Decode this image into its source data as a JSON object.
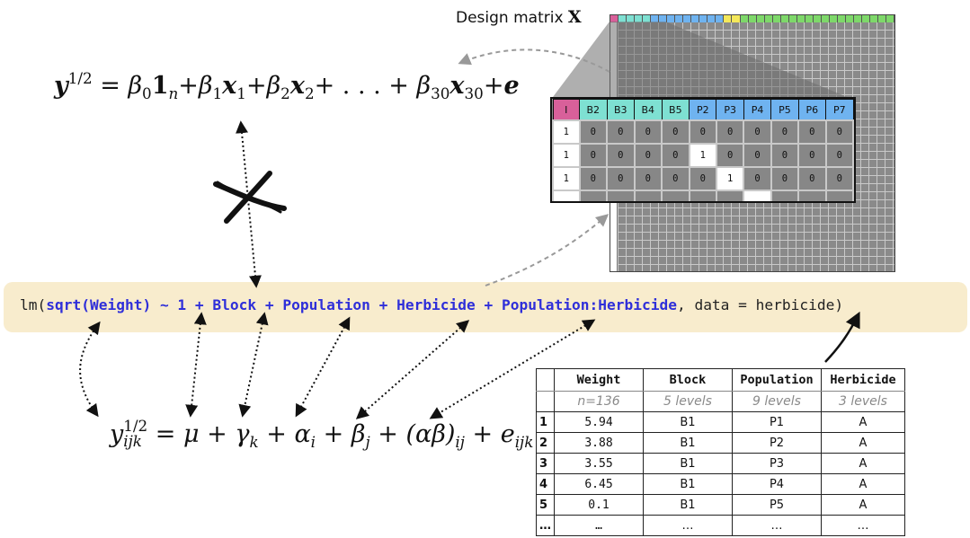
{
  "title": {
    "label": "Design matrix",
    "symbol": "X"
  },
  "equation_top": {
    "lhs_var": "y",
    "lhs_exp": "1/2",
    "b0": "β",
    "b0_sub": "0",
    "one": "1",
    "one_sub": "n",
    "b1": "β",
    "b1_sub": "1",
    "x1": "x",
    "x1_sub": "1",
    "b2": "β",
    "b2_sub": "2",
    "x2": "x",
    "x2_sub": "2",
    "dots": "+ . . . +",
    "b30": "β",
    "b30_sub": "30",
    "x30": "x",
    "x30_sub": "30",
    "err": "e"
  },
  "equation_bottom": {
    "lhs_var": "y",
    "lhs_exp": "1/2",
    "lhs_sub": "ijk",
    "mu": "μ",
    "gamma": "γ",
    "gamma_sub": "k",
    "alpha": "α",
    "alpha_sub": "i",
    "beta": "β",
    "beta_sub": "j",
    "inter": "(αβ)",
    "inter_sub": "ij",
    "err": "e",
    "err_sub": "ijk"
  },
  "code": {
    "fn": "lm(",
    "formula": "sqrt(Weight) ~ 1 + Block + Population + Herbicide + Population:Herbicide",
    "tail": ", data = herbicide)"
  },
  "design_matrix": {
    "headers": [
      "I",
      "B2",
      "B3",
      "B4",
      "B5",
      "P2",
      "P3",
      "P4",
      "P5",
      "P6",
      "P7"
    ],
    "header_colors": [
      "#d8609a",
      "#7ee0d2",
      "#7ee0d2",
      "#7ee0d2",
      "#7ee0d2",
      "#6fb3f0",
      "#6fb3f0",
      "#6fb3f0",
      "#6fb3f0",
      "#6fb3f0",
      "#6fb3f0"
    ],
    "rows": [
      [
        "1",
        "0",
        "0",
        "0",
        "0",
        "0",
        "0",
        "0",
        "0",
        "0",
        "0"
      ],
      [
        "1",
        "0",
        "0",
        "0",
        "0",
        "1",
        "0",
        "0",
        "0",
        "0",
        "0"
      ],
      [
        "1",
        "0",
        "0",
        "0",
        "0",
        "0",
        "1",
        "0",
        "0",
        "0",
        "0"
      ]
    ],
    "mini_header_colors": [
      "#d8609a",
      "#7ee0d2",
      "#7ee0d2",
      "#7ee0d2",
      "#7ee0d2",
      "#6fb3f0",
      "#6fb3f0",
      "#6fb3f0",
      "#6fb3f0",
      "#6fb3f0",
      "#6fb3f0",
      "#6fb3f0",
      "#6fb3f0",
      "#6fb3f0",
      "#f4e85a",
      "#f4e85a",
      "#7ed86a",
      "#7ed86a",
      "#7ed86a",
      "#7ed86a",
      "#7ed86a",
      "#7ed86a",
      "#7ed86a",
      "#7ed86a",
      "#7ed86a",
      "#7ed86a",
      "#7ed86a",
      "#7ed86a",
      "#7ed86a",
      "#7ed86a",
      "#7ed86a",
      "#7ed86a",
      "#7ed86a",
      "#7ed86a",
      "#7ed86a"
    ]
  },
  "data_table": {
    "columns": [
      "Weight",
      "Block",
      "Population",
      "Herbicide"
    ],
    "subheaders": [
      "n=136",
      "5 levels",
      "9 levels",
      "3 levels"
    ],
    "rows": [
      {
        "n": "1",
        "cells": [
          "5.94",
          "B1",
          "P1",
          "A"
        ]
      },
      {
        "n": "2",
        "cells": [
          "3.88",
          "B1",
          "P2",
          "A"
        ]
      },
      {
        "n": "3",
        "cells": [
          "3.55",
          "B1",
          "P3",
          "A"
        ]
      },
      {
        "n": "4",
        "cells": [
          "6.45",
          "B1",
          "P4",
          "A"
        ]
      },
      {
        "n": "5",
        "cells": [
          "0.1",
          "B1",
          "P5",
          "A"
        ]
      },
      {
        "n": "…",
        "cells": [
          "…",
          "…",
          "…",
          "…"
        ]
      }
    ]
  }
}
